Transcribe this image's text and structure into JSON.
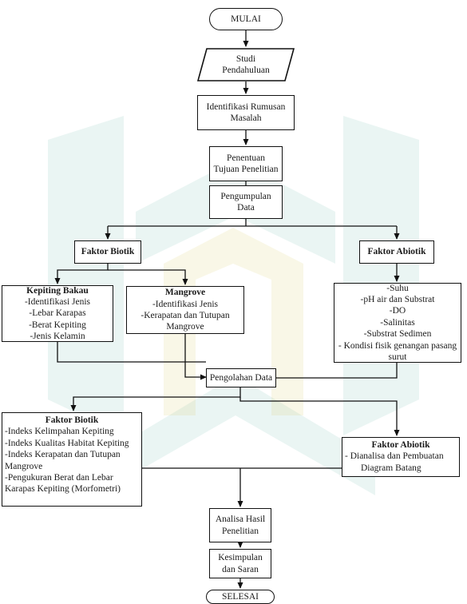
{
  "flow": {
    "mulai": "MULAI",
    "studi": [
      "Studi",
      "Pendahuluan"
    ],
    "identifikasi": [
      "Identifikasi Rumusan",
      "Masalah"
    ],
    "penentuan": [
      "Penentuan",
      "Tujuan Penelitian"
    ],
    "pengumpulan": [
      "Pengumpulan",
      "Data"
    ],
    "faktor_biotik": "Faktor Biotik",
    "faktor_abiotik": "Faktor Abiotik",
    "kepiting": {
      "title": "Kepiting Bakau",
      "items": [
        "-Identifikasi Jenis",
        "-Lebar Karapas",
        "-Berat Kepiting",
        "-Jenis Kelamin"
      ]
    },
    "mangrove": {
      "title": "Mangrove",
      "items": [
        "-Identifikasi Jenis",
        "-Kerapatan dan Tutupan",
        "Mangrove"
      ]
    },
    "abiotik_params": [
      "-Suhu",
      "-pH air dan Substrat",
      "-DO",
      "-Salinitas",
      "-Substrat Sedimen",
      "- Kondisi fisik genangan pasang",
      "surut"
    ],
    "pengolahan": "Pengolahan Data",
    "biotik_analysis": {
      "title": "Faktor Biotik",
      "items": [
        "-Indeks Kelimpahan Kepiting",
        "-Indeks Kualitas Habitat Kepiting",
        "-Indeks Kerapatan dan Tutupan",
        "Mangrove",
        "-Pengukuran Berat dan Lebar",
        "Karapas Kepiting (Morfometri)"
      ]
    },
    "abiotik_analysis": {
      "title": "Faktor Abiotik",
      "items": [
        "- Dianalisa dan Pembuatan",
        "Diagram Batang"
      ]
    },
    "analisa": [
      "Analisa Hasil",
      "Penelitian"
    ],
    "kesimpulan": [
      "Kesimpulan",
      "dan Saran"
    ],
    "selesai": "SELESAI"
  },
  "colors": {
    "watermark": "#2e9a8a",
    "watermark_accent": "#d8cf6a",
    "line": "#111111"
  }
}
